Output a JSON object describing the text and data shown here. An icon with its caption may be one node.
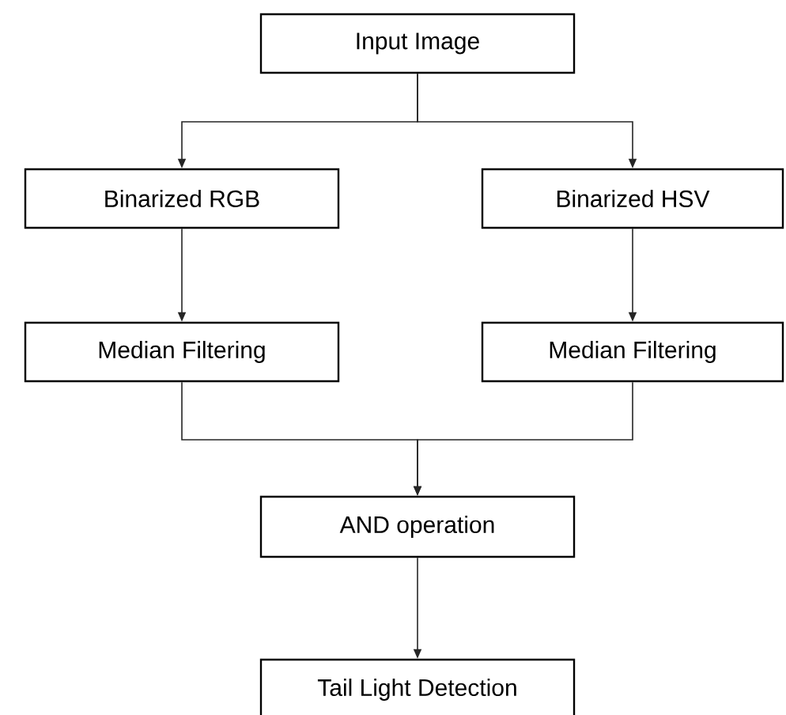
{
  "diagram": {
    "nodes": [
      {
        "text": [
          "Input Image"
        ]
      },
      {
        "text": [
          "Binarized RGB"
        ]
      },
      {
        "text": [
          "Binarized HSV"
        ]
      },
      {
        "text": [
          "Median Filtering"
        ]
      },
      {
        "text": [
          "Median Filtering"
        ]
      },
      {
        "text": [
          "AND operation"
        ]
      },
      {
        "text": [
          "Tail Light Detection"
        ]
      }
    ],
    "edges": [
      {
        "from": 0,
        "to": 1,
        "arrow": "to"
      },
      {
        "from": 0,
        "to": 2,
        "arrow": "to"
      },
      {
        "from": 1,
        "to": 3,
        "arrow": "to"
      },
      {
        "from": 2,
        "to": 4,
        "arrow": "to"
      },
      {
        "from": 3,
        "to": 5,
        "arrow": "to"
      },
      {
        "from": 4,
        "to": 5,
        "arrow": "to"
      },
      {
        "from": 5,
        "to": 6,
        "arrow": "to"
      }
    ]
  }
}
